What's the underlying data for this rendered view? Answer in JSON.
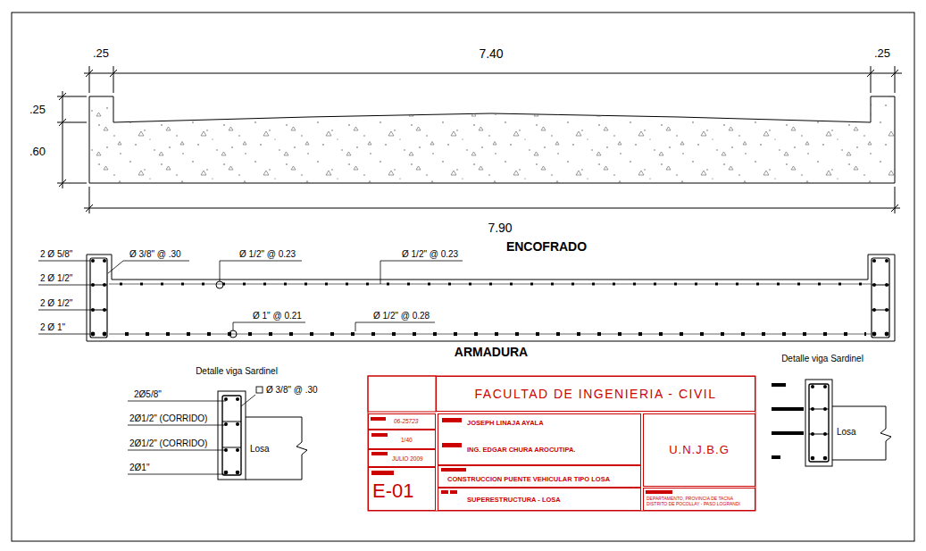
{
  "diagram": {
    "nodes": [
      {
        "text": [
          "Losa"
        ]
      },
      {
        "text": [
          "Losa"
        ]
      },
      {
        "text": [
          "FACULTAD DE INGENIERIA - CIVIL"
        ]
      },
      {
        "text": [
          "06-25723"
        ]
      },
      {
        "text": [
          "JOSEPH LINAJA AYALA",
          "ING. EDGAR CHURA AROCUTIPA."
        ]
      },
      {
        "text": [
          "U.N.J.B.G"
        ]
      },
      {
        "text": [
          "1/40"
        ]
      },
      {
        "text": [
          "JULIO 2009"
        ]
      },
      {
        "text": [
          "CONSTRUCCION  PUENTE VEHICULAR TIPO LOSA"
        ]
      },
      {
        "text": [
          "E-01"
        ]
      },
      {
        "text": [
          "SUPERESTRUCTURA - LOSA"
        ]
      },
      {
        "text": [
          "DEPARTAMENTO, PROVINCIA DE TACNA DISTRITO DE POCOLLAY - PASO LOGRANDI"
        ]
      }
    ],
    "labels": [
      ".25",
      "7.40",
      ".25",
      ".25",
      ".60",
      "7.90",
      "ENCOFRADO",
      "2 Ø 5/8\"",
      "Ø 3/8\" @ .30",
      "Ø 1/2\" @ 0.23",
      "Ø 1/2\" @ 0.23",
      "2 Ø 1/2\"",
      "2 Ø 1/2\"",
      "Ø 1\" @ 0.21",
      "Ø 1/2\" @ 0.28",
      "2 Ø 1\"",
      "ARMADURA",
      "Detalle viga Sardinel",
      "Detalle viga Sardinel",
      "2Ø5/8\"",
      "Ø 3/8\" @ .30",
      "2Ø1/2\" (CORRIDO)",
      "2Ø1/2\" (CORRIDO)",
      "2Ø1\""
    ]
  }
}
